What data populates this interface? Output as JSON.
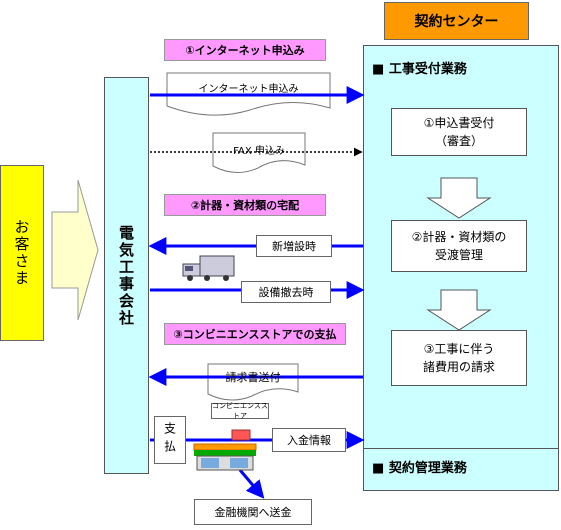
{
  "diagram": {
    "customer": "お客さま",
    "contractor": "電気工事会社",
    "center_title": "契約センター",
    "section_construction": "工事受付業務",
    "section_contract": "契約管理業務",
    "step1_line1": "①申込書受付",
    "step1_line2": "（審査）",
    "step2_line1": "②計器・資材類の",
    "step2_line2": "受渡管理",
    "step3_line1": "③工事に伴う",
    "step3_line2": "諸費用の請求",
    "pink_internet": "①インターネット申込み",
    "pink_delivery": "②計器・資材類の宅配",
    "pink_convenience": "③コンビニエンスストアでの支払",
    "doc_internet": "インターネット申込み",
    "doc_fax": "FAX 申込み",
    "doc_invoice": "請求書送付",
    "label_new_install": "新増設時",
    "label_removal": "設備撤去時",
    "label_payment_info": "入金情報",
    "label_payment": "支払",
    "label_store": "コンビニエンスストア",
    "label_bank": "金融機関へ送金",
    "colors": {
      "customer_fill": "#ffff00",
      "panel_fill": "#ccffff",
      "center_fill": "#ff9900",
      "pink_fill": "#ff99ff",
      "arrow_blue": "#0000ff"
    }
  }
}
